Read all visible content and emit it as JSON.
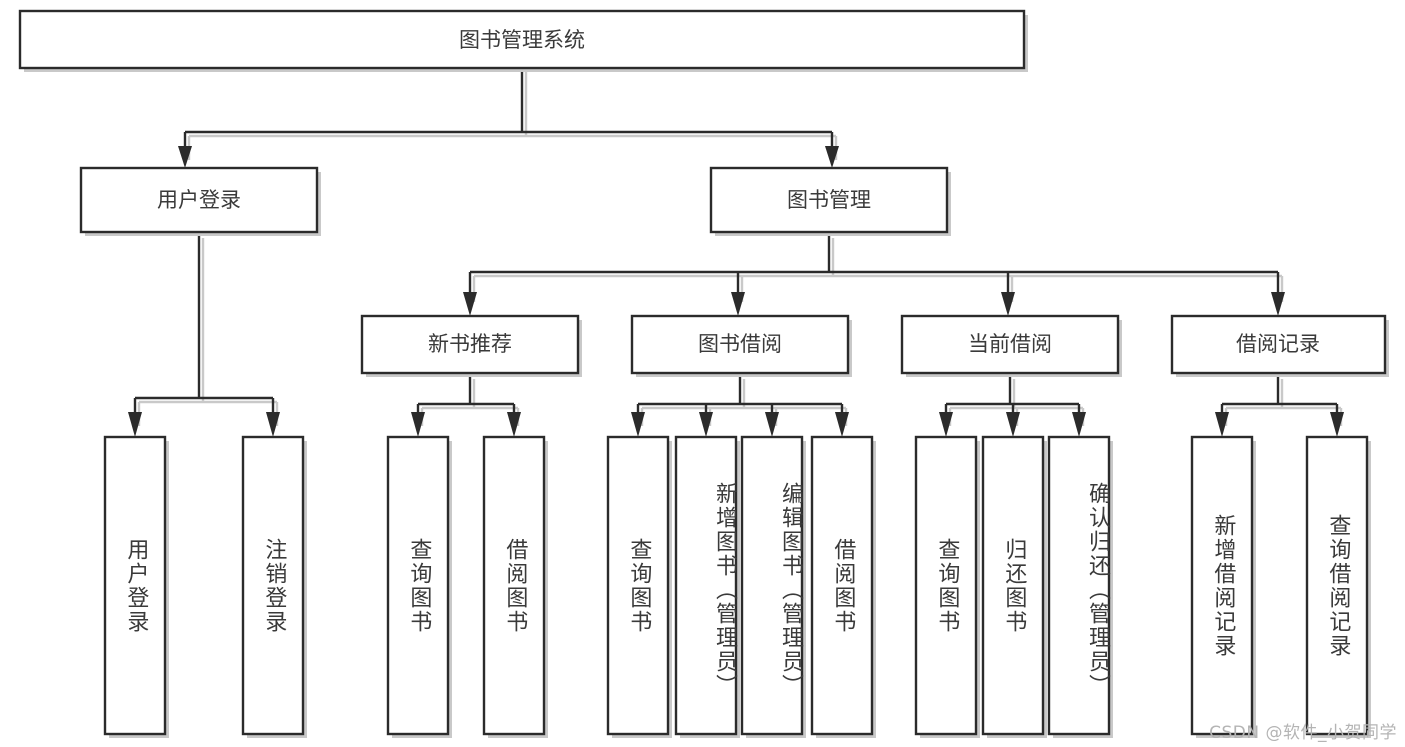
{
  "diagram": {
    "type": "tree",
    "title": "图书管理系统",
    "watermark": "CSDN @软件_小贺同学",
    "colors": {
      "stroke": "#2b2b2b",
      "text": "#3a3a3a",
      "fill": "#ffffff",
      "shadow": "#c9c9c9",
      "watermark": "#b4b4b4"
    },
    "root": {
      "label": "图书管理系统"
    },
    "level1": [
      {
        "label": "用户登录"
      },
      {
        "label": "图书管理"
      }
    ],
    "level2": [
      {
        "label": "新书推荐"
      },
      {
        "label": "图书借阅"
      },
      {
        "label": "当前借阅"
      },
      {
        "label": "借阅记录"
      }
    ],
    "leaves": {
      "user_login": [
        {
          "label": "用户登录"
        },
        {
          "label": "注销登录"
        }
      ],
      "new_book_recommend": [
        {
          "label": "查询图书"
        },
        {
          "label": "借阅图书"
        }
      ],
      "book_borrow": [
        {
          "label": "查询图书"
        },
        {
          "label": "新增图书（管理员）"
        },
        {
          "label": "编辑图书（管理员）"
        },
        {
          "label": "借阅图书"
        }
      ],
      "current_borrow": [
        {
          "label": "查询图书"
        },
        {
          "label": "归还图书"
        },
        {
          "label": "确认归还（管理员）"
        }
      ],
      "borrow_record": [
        {
          "label": "新增借阅记录"
        },
        {
          "label": "查询借阅记录"
        }
      ]
    }
  }
}
